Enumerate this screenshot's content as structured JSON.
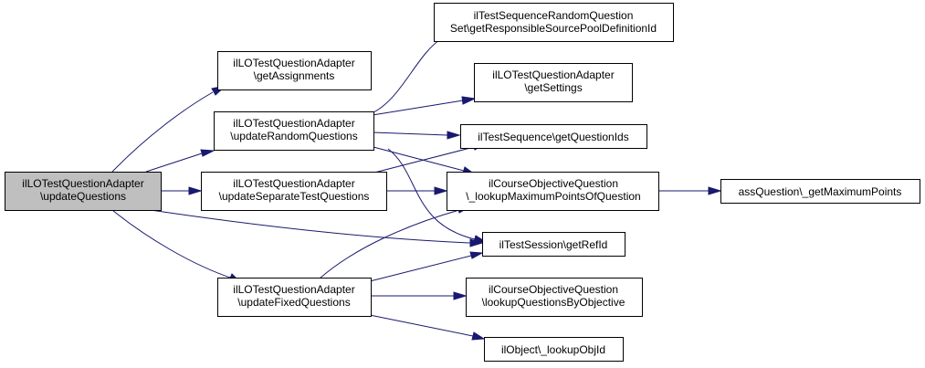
{
  "diagram": {
    "type": "call-graph",
    "colors": {
      "edge": "#191970",
      "root_fill": "#bfbfbf",
      "node_fill": "#ffffff",
      "border": "#000000"
    },
    "nodes": [
      {
        "id": "n0",
        "lines": [
          "ilLOTestQuestionAdapter",
          "\\updateQuestions"
        ],
        "root": true
      },
      {
        "id": "n1",
        "lines": [
          "ilLOTestQuestionAdapter",
          "\\getAssignments"
        ]
      },
      {
        "id": "n2",
        "lines": [
          "ilLOTestQuestionAdapter",
          "\\updateRandomQuestions"
        ]
      },
      {
        "id": "n3",
        "lines": [
          "ilLOTestQuestionAdapter",
          "\\updateSeparateTestQuestions"
        ]
      },
      {
        "id": "n4",
        "lines": [
          "ilLOTestQuestionAdapter",
          "\\updateFixedQuestions"
        ]
      },
      {
        "id": "n5",
        "lines": [
          "ilTestSequenceRandomQuestion",
          "Set\\getResponsibleSourcePoolDefinitionId"
        ]
      },
      {
        "id": "n6",
        "lines": [
          "ilLOTestQuestionAdapter",
          "\\getSettings"
        ]
      },
      {
        "id": "n7",
        "lines": [
          "ilTestSequence\\getQuestionIds"
        ]
      },
      {
        "id": "n8",
        "lines": [
          "ilCourseObjectiveQuestion",
          "\\_lookupMaximumPointsOfQuestion"
        ]
      },
      {
        "id": "n9",
        "lines": [
          "ilTestSession\\getRefId"
        ]
      },
      {
        "id": "n10",
        "lines": [
          "ilCourseObjectiveQuestion",
          "\\lookupQuestionsByObjective"
        ]
      },
      {
        "id": "n11",
        "lines": [
          "ilObject\\_lookupObjId"
        ]
      },
      {
        "id": "n12",
        "lines": [
          "assQuestion\\_getMaximumPoints"
        ]
      }
    ],
    "edges": [
      [
        "n0",
        "n1"
      ],
      [
        "n0",
        "n2"
      ],
      [
        "n0",
        "n3"
      ],
      [
        "n0",
        "n4"
      ],
      [
        "n0",
        "n9"
      ],
      [
        "n2",
        "n5"
      ],
      [
        "n2",
        "n6"
      ],
      [
        "n2",
        "n7"
      ],
      [
        "n2",
        "n8"
      ],
      [
        "n2",
        "n9"
      ],
      [
        "n3",
        "n7"
      ],
      [
        "n3",
        "n8"
      ],
      [
        "n4",
        "n8"
      ],
      [
        "n4",
        "n9"
      ],
      [
        "n4",
        "n10"
      ],
      [
        "n4",
        "n11"
      ],
      [
        "n8",
        "n12"
      ]
    ]
  }
}
